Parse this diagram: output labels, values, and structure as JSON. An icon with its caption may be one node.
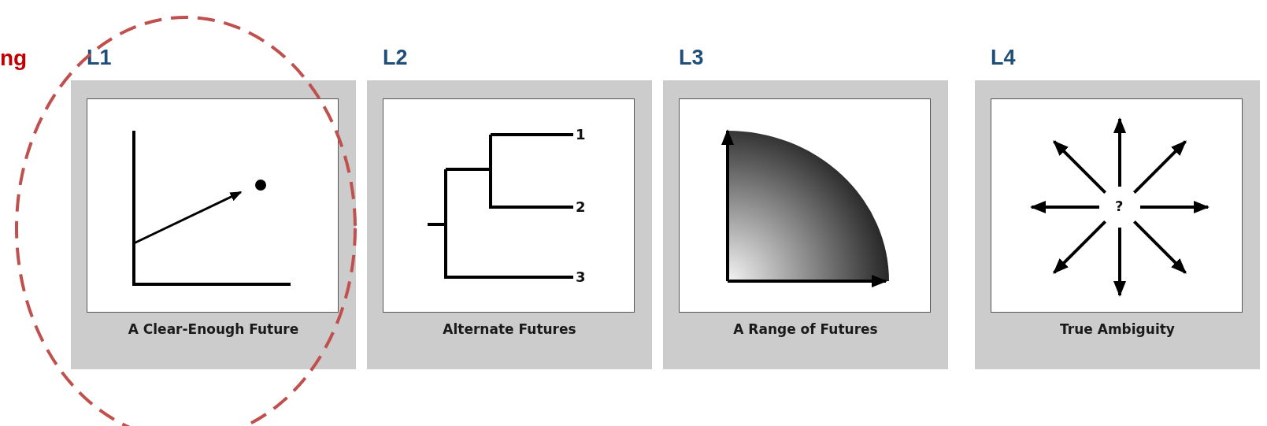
{
  "diagram": {
    "nodes": [
      {
        "text": [
          "L1",
          "A Clear-Enough Future"
        ]
      },
      {
        "text": [
          "L2",
          "Alternate Futures"
        ]
      },
      {
        "text": [
          "L3",
          "A Range of Futures"
        ]
      },
      {
        "text": [
          "L4",
          "True Ambiguity"
        ]
      }
    ],
    "labels": [
      "ng",
      "1",
      "2",
      "3",
      "?"
    ]
  }
}
